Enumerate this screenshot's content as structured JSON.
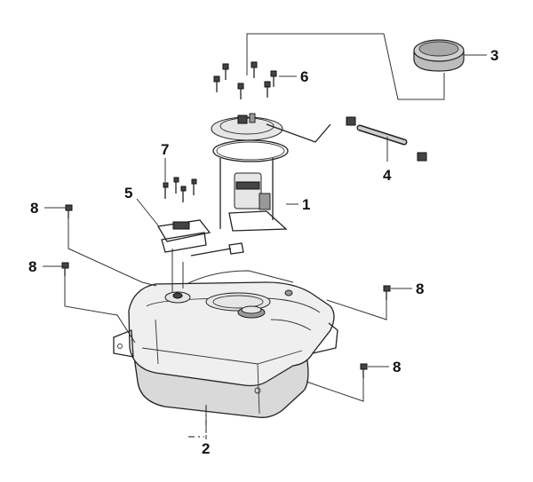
{
  "callouts": {
    "fuel_pump": "1",
    "fuel_tank": "2",
    "tank_cap": "3",
    "fuel_hose": "4",
    "fuel_level_sensor": "5",
    "pump_bolts": "6",
    "sensor_bolts": "7",
    "bolt_upper_left": "8",
    "bolt_mid_left": "8",
    "bolt_right_upper": "8",
    "bolt_right_lower": "8"
  },
  "colors": {
    "line": "#222222",
    "tank_fill": "#d9d9d9",
    "background": "#ffffff"
  }
}
